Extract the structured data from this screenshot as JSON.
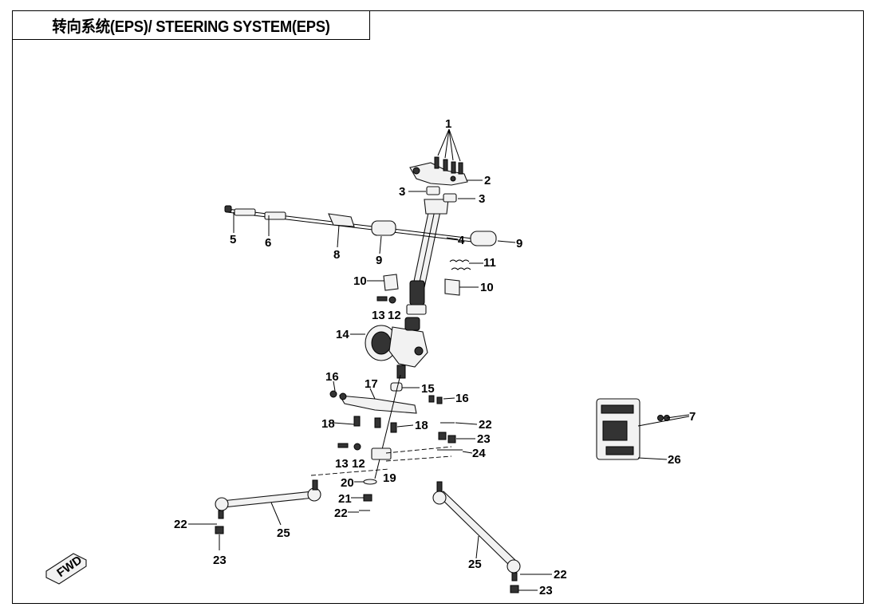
{
  "title": "转向系统(EPS)/ STEERING SYSTEM(EPS)",
  "fwd_label": "FWD",
  "callouts": {
    "c1": "1",
    "c2": "2",
    "c3a": "3",
    "c3b": "3",
    "c4": "4",
    "c5": "5",
    "c6": "6",
    "c7": "7",
    "c8": "8",
    "c9a": "9",
    "c9b": "9",
    "c10a": "10",
    "c10b": "10",
    "c11": "11",
    "c12a": "12",
    "c12b": "12",
    "c13a": "13",
    "c13b": "13",
    "c14": "14",
    "c15": "15",
    "c16a": "16",
    "c16b": "16",
    "c17": "17",
    "c18a": "18",
    "c18b": "18",
    "c19": "19",
    "c20": "20",
    "c21": "21",
    "c22a": "22",
    "c22b": "22",
    "c22c": "22",
    "c22d": "22",
    "c23a": "23",
    "c23b": "23",
    "c23c": "23",
    "c24": "24",
    "c25a": "25",
    "c25b": "25",
    "c26": "26"
  }
}
